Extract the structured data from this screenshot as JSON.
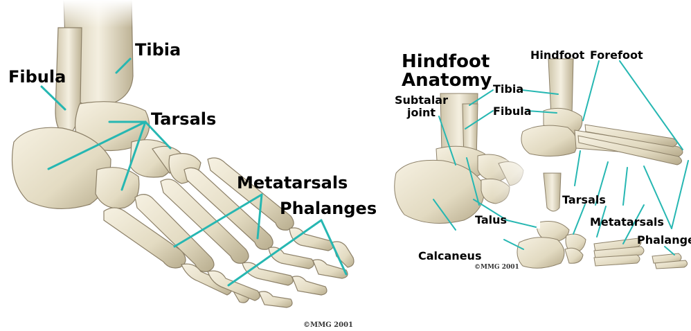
{
  "left": {
    "labels": {
      "tibia": "Tibia",
      "fibula": "Fibula",
      "tarsals": "Tarsals",
      "metatarsals": "Metatarsals",
      "phalanges": "Phalanges"
    },
    "copyright": "©MMG 2001"
  },
  "right": {
    "title_line1": "Hindfoot",
    "title_line2": "Anatomy",
    "labels": {
      "subtalar_line1": "Subtalar",
      "subtalar_line2": "joint",
      "tibia": "Tibia",
      "fibula": "Fibula",
      "hindfoot": "Hindfoot",
      "forefoot": "Forefoot",
      "tarsals": "Tarsals",
      "talus": "Talus",
      "metatarsals": "Metatarsals",
      "phalanges": "Phalanges",
      "calcaneus": "Calcaneus"
    },
    "copyright": "©MMG 2001"
  },
  "colors": {
    "leader_line": "#26b7b2",
    "bone_fill": "#e9e2cc",
    "bone_shade": "#b9ae8f",
    "bone_outline": "#8c8068"
  }
}
